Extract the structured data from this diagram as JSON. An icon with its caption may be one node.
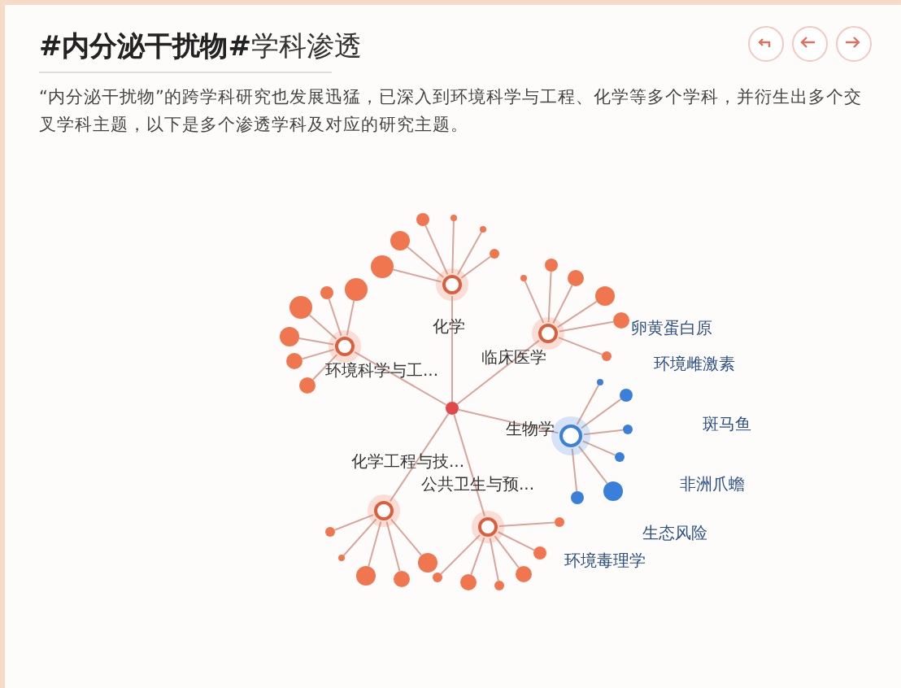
{
  "diagram": {
    "title": "**#内分泌干扰物#**学科渗透",
    "nodes": [
      {
        "text": [],
        "shape": "circle"
      },
      {
        "text": [],
        "shape": "circle",
        "beside": [
          "化学"
        ]
      },
      {
        "text": [],
        "shape": "circle",
        "beside": [
          "环境科学与工..."
        ]
      },
      {
        "text": [],
        "shape": "circle",
        "beside": [
          "临床医学"
        ]
      },
      {
        "text": [],
        "shape": "circle",
        "beside": [
          "生物学"
        ]
      },
      {
        "text": [],
        "shape": "circle",
        "beside": [
          "化学工程与技..."
        ]
      },
      {
        "text": [],
        "shape": "circle",
        "beside": [
          "公共卫生与预..."
        ]
      },
      {
        "text": [],
        "shape": "circle"
      },
      {
        "text": [],
        "shape": "circle"
      },
      {
        "text": [],
        "shape": "circle"
      },
      {
        "text": [],
        "shape": "circle"
      },
      {
        "text": [],
        "shape": "circle"
      },
      {
        "text": [],
        "shape": "circle"
      },
      {
        "text": [],
        "shape": "circle"
      },
      {
        "text": [],
        "shape": "circle"
      },
      {
        "text": [],
        "shape": "circle"
      },
      {
        "text": [],
        "shape": "circle"
      },
      {
        "text": [],
        "shape": "circle"
      },
      {
        "text": [],
        "shape": "circle"
      },
      {
        "text": [],
        "shape": "circle"
      },
      {
        "text": [],
        "shape": "circle"
      },
      {
        "text": [],
        "shape": "circle"
      },
      {
        "text": [],
        "shape": "circle"
      },
      {
        "text": [],
        "shape": "circle"
      },
      {
        "text": [],
        "shape": "circle"
      },
      {
        "text": [],
        "shape": "circle"
      },
      {
        "text": [],
        "shape": "circle"
      },
      {
        "text": [],
        "shape": "circle"
      },
      {
        "text": [],
        "shape": "circle"
      },
      {
        "text": [],
        "shape": "circle"
      },
      {
        "text": [],
        "shape": "circle"
      },
      {
        "text": [],
        "shape": "circle"
      },
      {
        "text": [],
        "shape": "circle"
      },
      {
        "text": [],
        "shape": "circle"
      },
      {
        "text": [],
        "shape": "circle"
      },
      {
        "text": [],
        "shape": "circle"
      },
      {
        "text": [],
        "shape": "circle"
      },
      {
        "text": [],
        "shape": "circle"
      },
      {
        "text": [],
        "shape": "circle"
      },
      {
        "text": [],
        "shape": "circle"
      },
      {
        "text": [],
        "shape": "circle"
      },
      {
        "text": [],
        "shape": "circle"
      }
    ],
    "edges": [
      {
        "from": 0,
        "to": 1,
        "arrow": "none"
      },
      {
        "from": 0,
        "to": 2,
        "arrow": "none"
      },
      {
        "from": 0,
        "to": 3,
        "arrow": "none"
      },
      {
        "from": 0,
        "to": 4,
        "arrow": "none"
      },
      {
        "from": 0,
        "to": 5,
        "arrow": "none"
      },
      {
        "from": 0,
        "to": 6,
        "arrow": "none"
      },
      {
        "from": 1,
        "to": 7,
        "arrow": "none"
      },
      {
        "from": 1,
        "to": 8,
        "arrow": "none"
      },
      {
        "from": 1,
        "to": 9,
        "arrow": "none"
      },
      {
        "from": 1,
        "to": 10,
        "arrow": "none"
      },
      {
        "from": 1,
        "to": 11,
        "arrow": "none"
      },
      {
        "from": 1,
        "to": 12,
        "arrow": "none"
      },
      {
        "from": 2,
        "to": 13,
        "arrow": "none"
      },
      {
        "from": 2,
        "to": 14,
        "arrow": "none"
      },
      {
        "from": 2,
        "to": 15,
        "arrow": "none"
      },
      {
        "from": 2,
        "to": 16,
        "arrow": "none"
      },
      {
        "from": 2,
        "to": 17,
        "arrow": "none"
      },
      {
        "from": 2,
        "to": 18,
        "arrow": "none"
      },
      {
        "from": 3,
        "to": 19,
        "arrow": "none"
      },
      {
        "from": 3,
        "to": 20,
        "arrow": "none"
      },
      {
        "from": 3,
        "to": 21,
        "arrow": "none"
      },
      {
        "from": 3,
        "to": 22,
        "arrow": "none"
      },
      {
        "from": 3,
        "to": 23,
        "arrow": "none"
      },
      {
        "from": 3,
        "to": 24,
        "arrow": "none"
      },
      {
        "from": 4,
        "to": 25,
        "arrow": "none"
      },
      {
        "from": 4,
        "to": 26,
        "arrow": "none"
      },
      {
        "from": 4,
        "to": 27,
        "arrow": "none"
      },
      {
        "from": 4,
        "to": 28,
        "arrow": "none"
      },
      {
        "from": 4,
        "to": 29,
        "arrow": "none"
      },
      {
        "from": 4,
        "to": 30,
        "arrow": "none"
      },
      {
        "from": 5,
        "to": 31,
        "arrow": "none"
      },
      {
        "from": 5,
        "to": 32,
        "arrow": "none"
      },
      {
        "from": 5,
        "to": 33,
        "arrow": "none"
      },
      {
        "from": 5,
        "to": 34,
        "arrow": "none"
      },
      {
        "from": 5,
        "to": 35,
        "arrow": "none"
      },
      {
        "from": 6,
        "to": 36,
        "arrow": "none"
      },
      {
        "from": 6,
        "to": 37,
        "arrow": "none"
      },
      {
        "from": 6,
        "to": 38,
        "arrow": "none"
      },
      {
        "from": 6,
        "to": 39,
        "arrow": "none"
      },
      {
        "from": 6,
        "to": 40,
        "arrow": "none"
      },
      {
        "from": 6,
        "to": 41,
        "arrow": "none"
      }
    ],
    "labels": [
      "“内分泌干扰物”的跨学科研究也发展迅猛，已深入到环境科学与工程、化学等多个学科，并衍生出多个交叉学科主题，以下是多个渗透学科及对应的研究主题。",
      "卵黄蛋白原",
      "环境雌激素",
      "斑马鱼",
      "非洲爪蟾",
      "生态风险",
      "环境毒理学"
    ]
  }
}
